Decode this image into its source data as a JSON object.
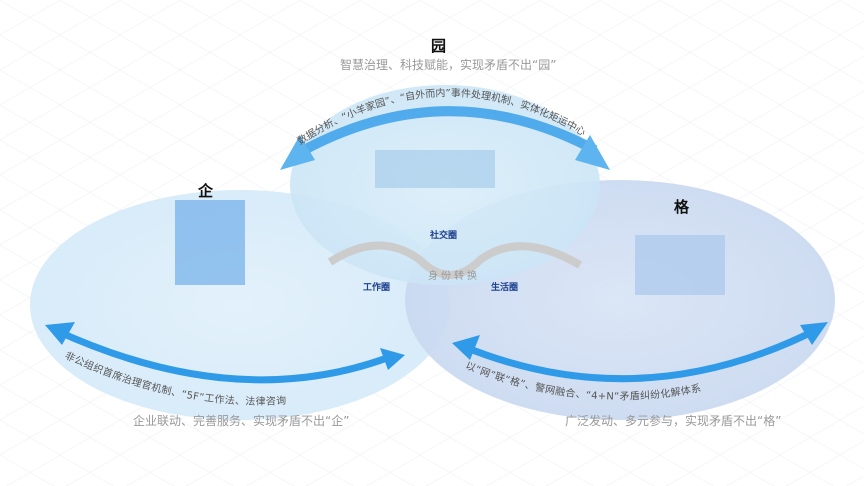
{
  "yuan": {
    "title": "园",
    "slogan": "智慧治理、科技赋能，实现矛盾不出“园”",
    "arc_text": "数据分析、“小羊家园”、“自外而内”事件处理机制、实体化矩运中心"
  },
  "qi": {
    "title": "企",
    "slogan": "企业联动、完善服务、实现矛盾不出“企”",
    "arc_text": "非公组织首席治理官机制、“5F”工作法、法律咨询"
  },
  "ge": {
    "title": "格",
    "slogan": "广泛发动、多元参与，实现矛盾不出“格”",
    "arc_text": "以“网”联“格”、警网融合、“4+N”矛盾纠纷化解体系"
  },
  "center": {
    "social": "社交圈",
    "work": "工作圈",
    "life": "生活圈",
    "transform": "身份转换"
  },
  "colors": {
    "arrow": "#2f9be8",
    "circle_text": "#1d3f8f"
  }
}
